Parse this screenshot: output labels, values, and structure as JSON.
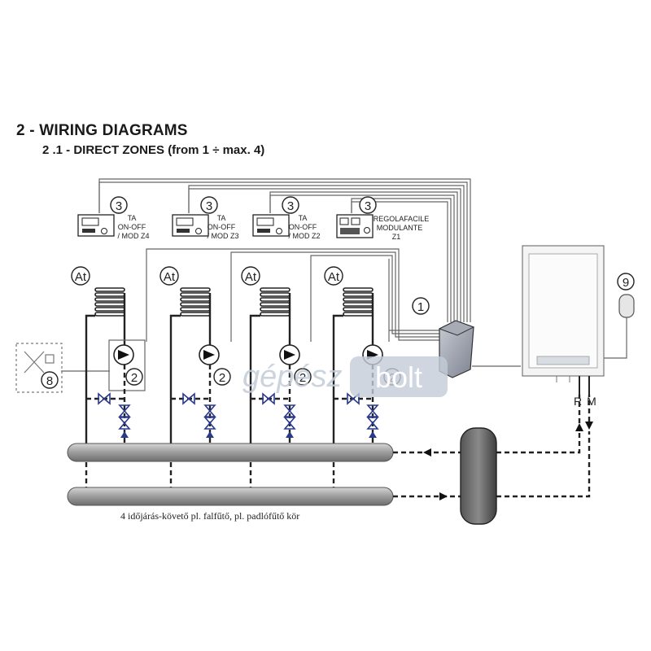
{
  "header": {
    "title": "2 - WIRING DIAGRAMS",
    "subtitle": "2 .1 - DIRECT ZONES (from 1 ÷ max. 4)"
  },
  "markers": {
    "thermostat": "3",
    "sensor": "At",
    "control_unit": "1",
    "pump": "2",
    "mixing_valve": "8",
    "outdoor_probe": "9"
  },
  "controllers": [
    {
      "line1": "TA",
      "line2": "ON-OFF",
      "line3": "/ MOD Z4"
    },
    {
      "line1": "TA",
      "line2": "ON-OFF",
      "line3": "/ MOD Z3"
    },
    {
      "line1": "TA",
      "line2": "ON-OFF",
      "line3": "/ MOD Z2"
    },
    {
      "line1": "REGOLAFACILE",
      "line2": "MODULANTE",
      "line3": "Z1"
    }
  ],
  "boiler": {
    "return_label": "R",
    "flow_label": "M"
  },
  "caption": "4 időjárás-követő pl. falfűtő, pl. padlófűtő kör",
  "watermark": {
    "left": "gépész",
    "right": "bolt"
  },
  "colors": {
    "valve": "#2a3a8a",
    "pipe": "#222222",
    "manifold": "#999999",
    "wire": "#666666"
  },
  "icons": [
    "room-thermostat-icon",
    "temperature-sensor-icon",
    "pump-icon",
    "valve-icon",
    "check-valve-icon",
    "boiler-icon",
    "hydraulic-separator-icon",
    "outdoor-probe-icon"
  ]
}
